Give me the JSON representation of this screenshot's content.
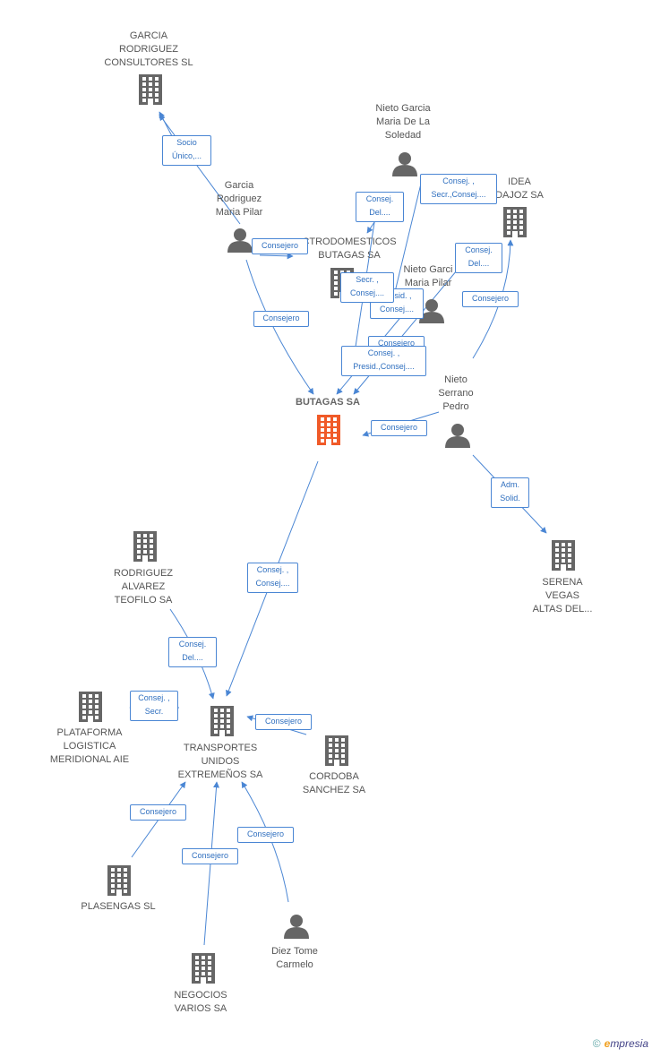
{
  "nodes": {
    "garcia_rodriguez_consultores": {
      "lines": [
        "GARCIA",
        "RODRIGUEZ",
        "CONSULTORES SL"
      ],
      "kind": "company"
    },
    "garcia_rodriguez_maria_pilar": {
      "lines": [
        "Garcia",
        "Rodriguez",
        "Maria Pilar"
      ],
      "kind": "person"
    },
    "nieto_garcia_maria_soledad": {
      "lines": [
        "Nieto Garcia",
        "Maria De La",
        "Soledad"
      ],
      "kind": "person"
    },
    "idea_badajoz": {
      "lines": [
        "IDEA",
        "DAJOZ SA"
      ],
      "kind": "company"
    },
    "electrodomesticos_butagas": {
      "lines": [
        "CTRODOMESTICOS",
        "BUTAGAS SA"
      ],
      "kind": "company"
    },
    "nieto_garcia_maria_pilar": {
      "lines": [
        "Nieto Garci",
        "Maria Pilar"
      ],
      "kind": "person"
    },
    "nieto_serrano_pedro": {
      "lines": [
        "Nieto",
        "Serrano",
        "Pedro"
      ],
      "kind": "person"
    },
    "butagas": {
      "lines": [
        "BUTAGAS SA"
      ],
      "kind": "focus"
    },
    "serena_vegas": {
      "lines": [
        "SERENA",
        "VEGAS",
        "ALTAS DEL..."
      ],
      "kind": "company"
    },
    "rodriguez_alvarez_teofilo": {
      "lines": [
        "RODRIGUEZ",
        "ALVAREZ",
        "TEOFILO SA"
      ],
      "kind": "company"
    },
    "plataforma_logistica": {
      "lines": [
        "PLATAFORMA",
        "LOGISTICA",
        "MERIDIONAL AIE"
      ],
      "kind": "company"
    },
    "transportes_unidos": {
      "lines": [
        "TRANSPORTES",
        "UNIDOS",
        "EXTREMEÑOS SA"
      ],
      "kind": "company"
    },
    "cordoba_sanchez": {
      "lines": [
        "CORDOBA",
        "SANCHEZ SA"
      ],
      "kind": "company"
    },
    "plasengas": {
      "lines": [
        "PLASENGAS  SL"
      ],
      "kind": "company"
    },
    "diez_tome_carmelo": {
      "lines": [
        "Diez Tome",
        "Carmelo"
      ],
      "kind": "person"
    },
    "negocios_varios": {
      "lines": [
        "NEGOCIOS",
        "VARIOS SA"
      ],
      "kind": "company"
    }
  },
  "edge_labels": {
    "socio_unico": [
      "Socio",
      "Único,..."
    ],
    "consejero_gr_elec": [
      "Consejero"
    ],
    "consejero_gr_butagas": [
      "Consejero"
    ],
    "consej_del_soledad": [
      "Consej.",
      "Del...."
    ],
    "consej_secr_soledad": [
      "Consej. ,",
      "Secr.,Consej...."
    ],
    "consej_del_idea": [
      "Consej.",
      "Del...."
    ],
    "consejero_serrano_idea": [
      "Consejero"
    ],
    "secr_consej_elec": [
      "Secr. ,",
      "Consej...."
    ],
    "presid_consej_behind": [
      "Presid. ,",
      "Consej...."
    ],
    "consejero_behind": [
      "Consejero"
    ],
    "consej_presid_pilar": [
      "Consej. ,",
      "Presid.,Consej...."
    ],
    "consejero_serrano_butagas": [
      "Consejero"
    ],
    "adm_solid": [
      "Adm.",
      "Solid."
    ],
    "consej_consej_butagas_transportes": [
      "Consej. ,",
      "Consej...."
    ],
    "consej_del_teofilo": [
      "Consej.",
      "Del...."
    ],
    "consej_secr_plataforma": [
      "Consej. ,",
      "Secr."
    ],
    "consejero_cordoba": [
      "Consejero"
    ],
    "consejero_plasengas": [
      "Consejero"
    ],
    "consejero_negocios": [
      "Consejero"
    ],
    "consejero_diez": [
      "Consejero"
    ]
  },
  "footer": {
    "copyright": "©",
    "brand_first": "e",
    "brand_rest": "mpresia"
  },
  "colors": {
    "edge": "#4a86d4",
    "icon": "#666666",
    "focus": "#f05a28"
  }
}
